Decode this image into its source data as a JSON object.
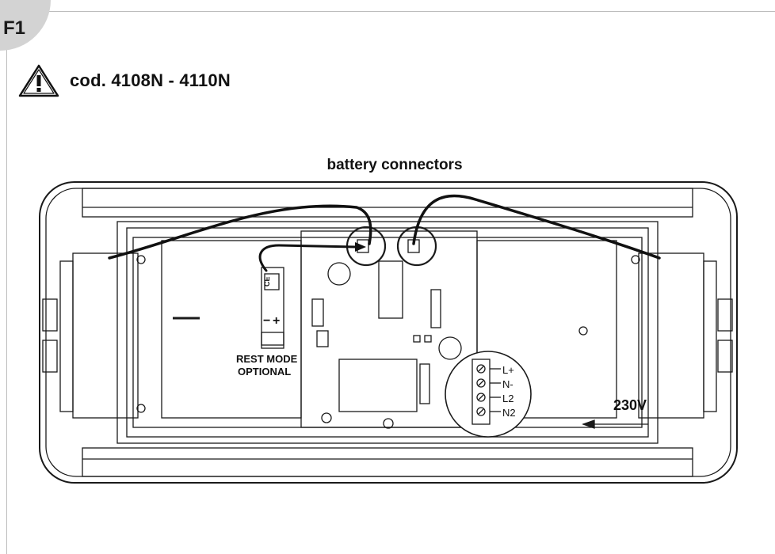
{
  "badge": {
    "label": "F1"
  },
  "heading": {
    "text": "cod. 4108N - 4110N"
  },
  "diagram": {
    "callout": "battery connectors",
    "rest_mode": {
      "line1": "REST MODE",
      "line2": "OPTIONAL"
    },
    "polarity": {
      "minus": "−",
      "plus": "+"
    },
    "terminals": [
      "L+",
      "N-",
      "L2",
      "N2"
    ],
    "voltage": "230V"
  }
}
